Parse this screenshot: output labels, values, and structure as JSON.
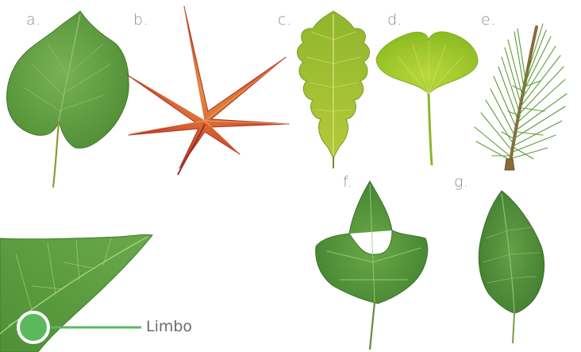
{
  "labels": {
    "a": "a.",
    "b": "b.",
    "c": "c.",
    "d": "d.",
    "e": "e.",
    "f": "f.",
    "g": "g."
  },
  "callout": {
    "text": "Limbo",
    "marker_color": "#5cb85c"
  },
  "colors": {
    "leaf_green": "#5e9e3e",
    "leaf_dark": "#3f7a2c",
    "maple_red": "#c8442c",
    "maple_orange": "#d9733a",
    "oak_yellow_green": "#9fbd2e",
    "ginkgo_green": "#a6cc2a",
    "pine_green": "#5f9a3a",
    "pine_stem": "#8a6a3a",
    "label_gray": "#8a8a8a"
  }
}
